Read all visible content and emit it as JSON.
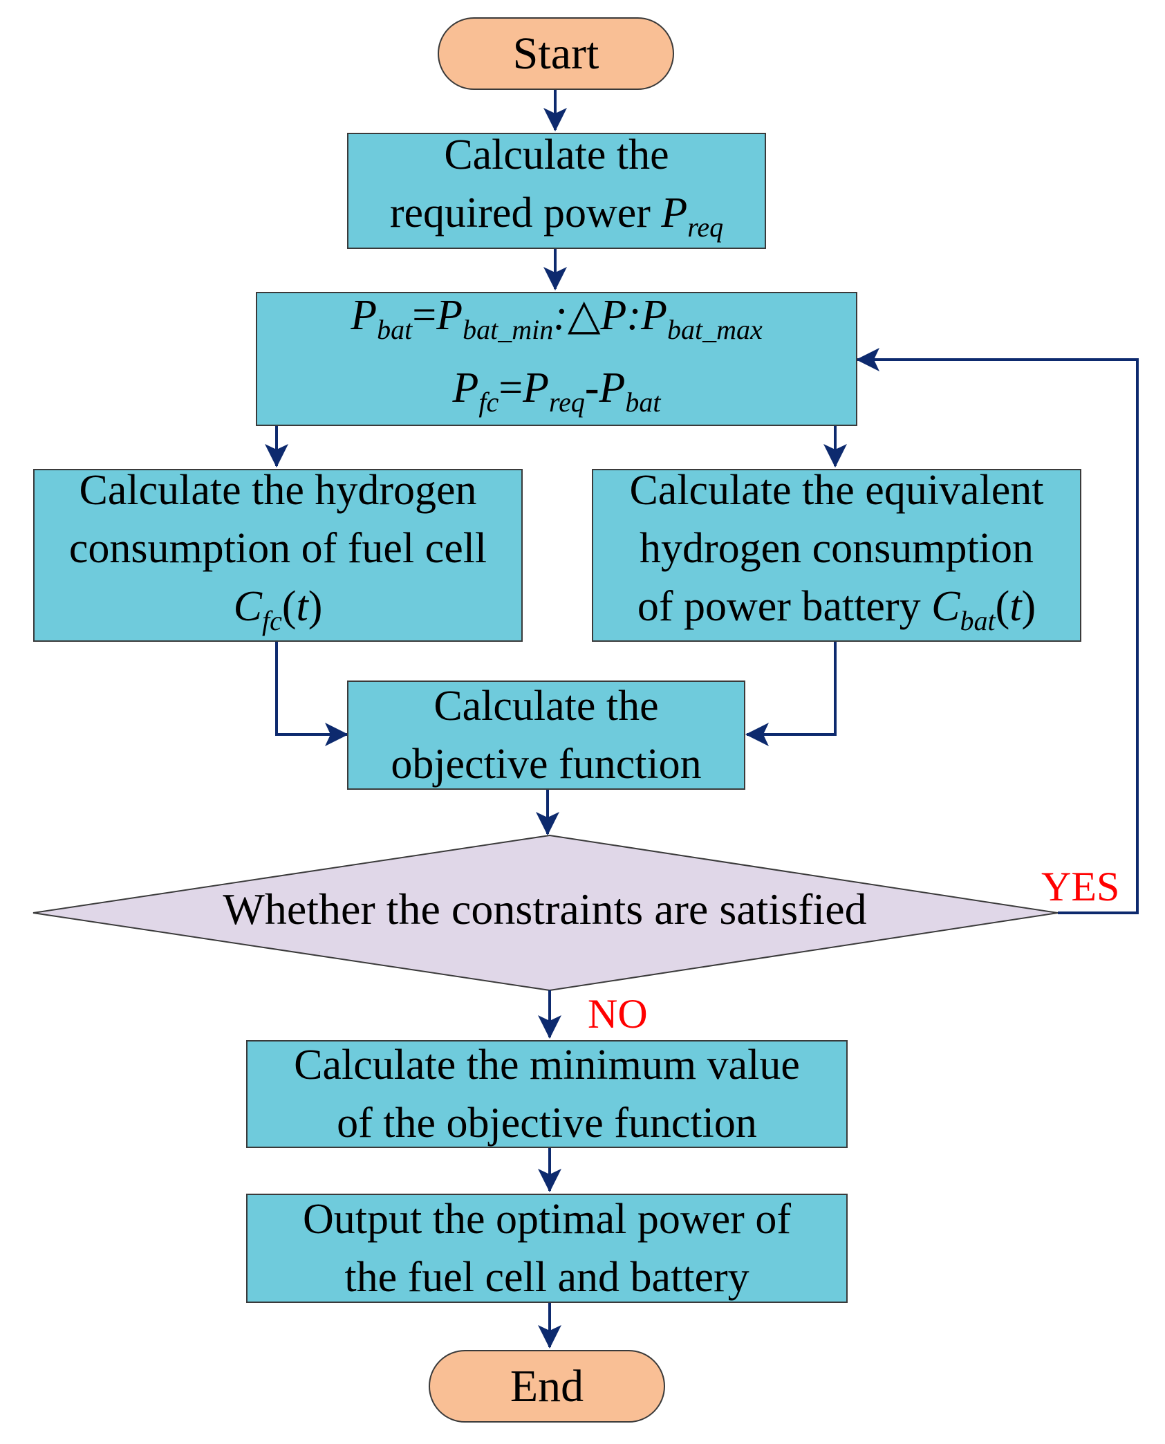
{
  "start": {
    "label": "Start"
  },
  "end": {
    "label": "End"
  },
  "calc_required_power": {
    "line1": "Calculate the",
    "line2": "required power",
    "symbol": "P",
    "symbol_sub": "req"
  },
  "power_split": {
    "pbat": "P",
    "pbat_sub": "bat",
    "eq": "=",
    "pbat_min": "P",
    "pbat_min_sub": "bat_min",
    "colon1": ":",
    "delta": "△P",
    "colon2": ":",
    "pbat_max": "P",
    "pbat_max_sub": "bat_max",
    "pfc": "P",
    "pfc_sub": "fc",
    "eq2": "=",
    "preq": "P",
    "preq_sub": "req",
    "minus": "-",
    "pbat2": "P",
    "pbat2_sub": "bat"
  },
  "fuel_cell_consumption": {
    "line1": "Calculate the hydrogen",
    "line2": "consumption of fuel cell",
    "symbol": "C",
    "symbol_sub": "fc",
    "arg_open": "(",
    "arg": "t",
    "arg_close": ")"
  },
  "battery_consumption": {
    "line1": "Calculate the equivalent",
    "line2": "hydrogen consumption",
    "line3_prefix": "of power battery ",
    "symbol": "C",
    "symbol_sub": "bat",
    "arg_open": "(",
    "arg": "t",
    "arg_close": ")"
  },
  "objective_function": {
    "line1": "Calculate the",
    "line2": "objective function"
  },
  "decision": {
    "label": "Whether the constraints are satisfied"
  },
  "edge_labels": {
    "yes": "YES",
    "no": "NO"
  },
  "minimum_value": {
    "line1": "Calculate the minimum value",
    "line2": "of the objective function"
  },
  "output": {
    "line1": "Output the optimal power of",
    "line2": "the fuel cell and battery"
  },
  "colors": {
    "process_fill": "#6fcbdc",
    "terminal_fill": "#f9bf95",
    "decision_fill": "#e0d7e8",
    "arrow": "#0d2a6e",
    "edge_label": "#ff0000"
  }
}
